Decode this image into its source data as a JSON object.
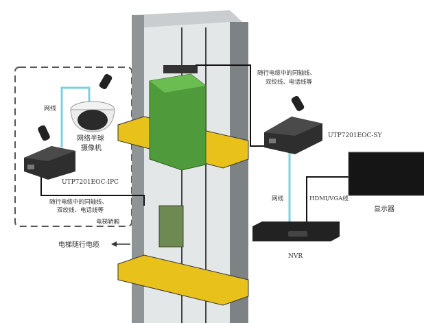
{
  "left": {
    "cable_label": "网线",
    "camera_label_line1": "网络半球",
    "camera_label_line2": "摄像机",
    "converter_label": "UTP7201EOC-IPC",
    "trailing_cable_line1": "随行电缆中的同轴线、",
    "trailing_cable_line2": "双绞线、电话线等",
    "car_label": "电梯轿厢",
    "elevator_cable_label": "电梯随行电缆"
  },
  "right": {
    "trailing_cable_line1": "随行电缆中的同轴线、",
    "trailing_cable_line2": "双绞线、电话线等",
    "converter_label": "UTP7201EOC-SY",
    "network_cable_label": "网线",
    "hdmi_label": "HDMI/VGA线",
    "monitor_label": "显示器",
    "nvr_label": "NVR"
  },
  "colors": {
    "shaft": "#8f9497",
    "car": "#4f9a3a",
    "plate": "#e8c11a",
    "network_cable": "#7fd0dc",
    "cable": "#111111"
  }
}
